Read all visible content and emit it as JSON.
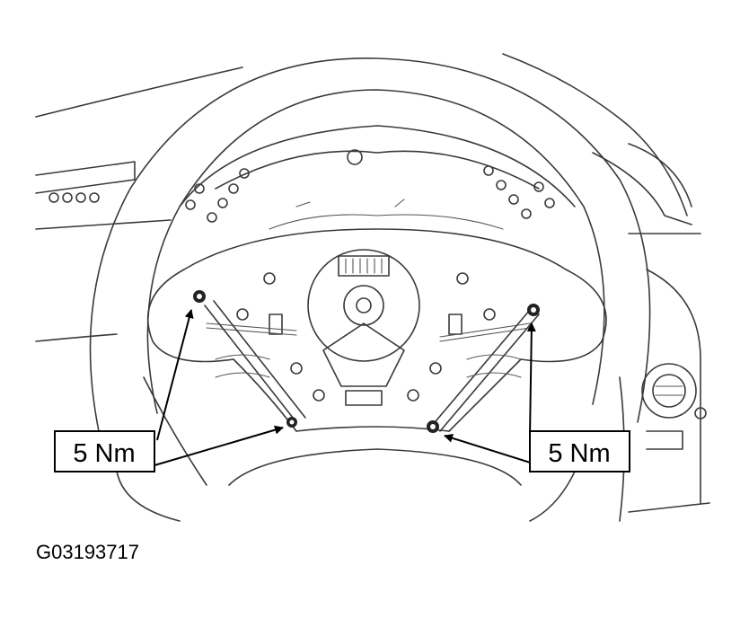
{
  "figure": {
    "id_label": "G03193717"
  },
  "callouts": {
    "left_torque": "5 Nm",
    "right_torque": "5 Nm"
  },
  "colors": {
    "line": "#3a3a3a",
    "arrow": "#000000",
    "background": "#ffffff"
  },
  "icons": {
    "fastener": "bolt-icon",
    "arrow": "arrow-icon"
  }
}
